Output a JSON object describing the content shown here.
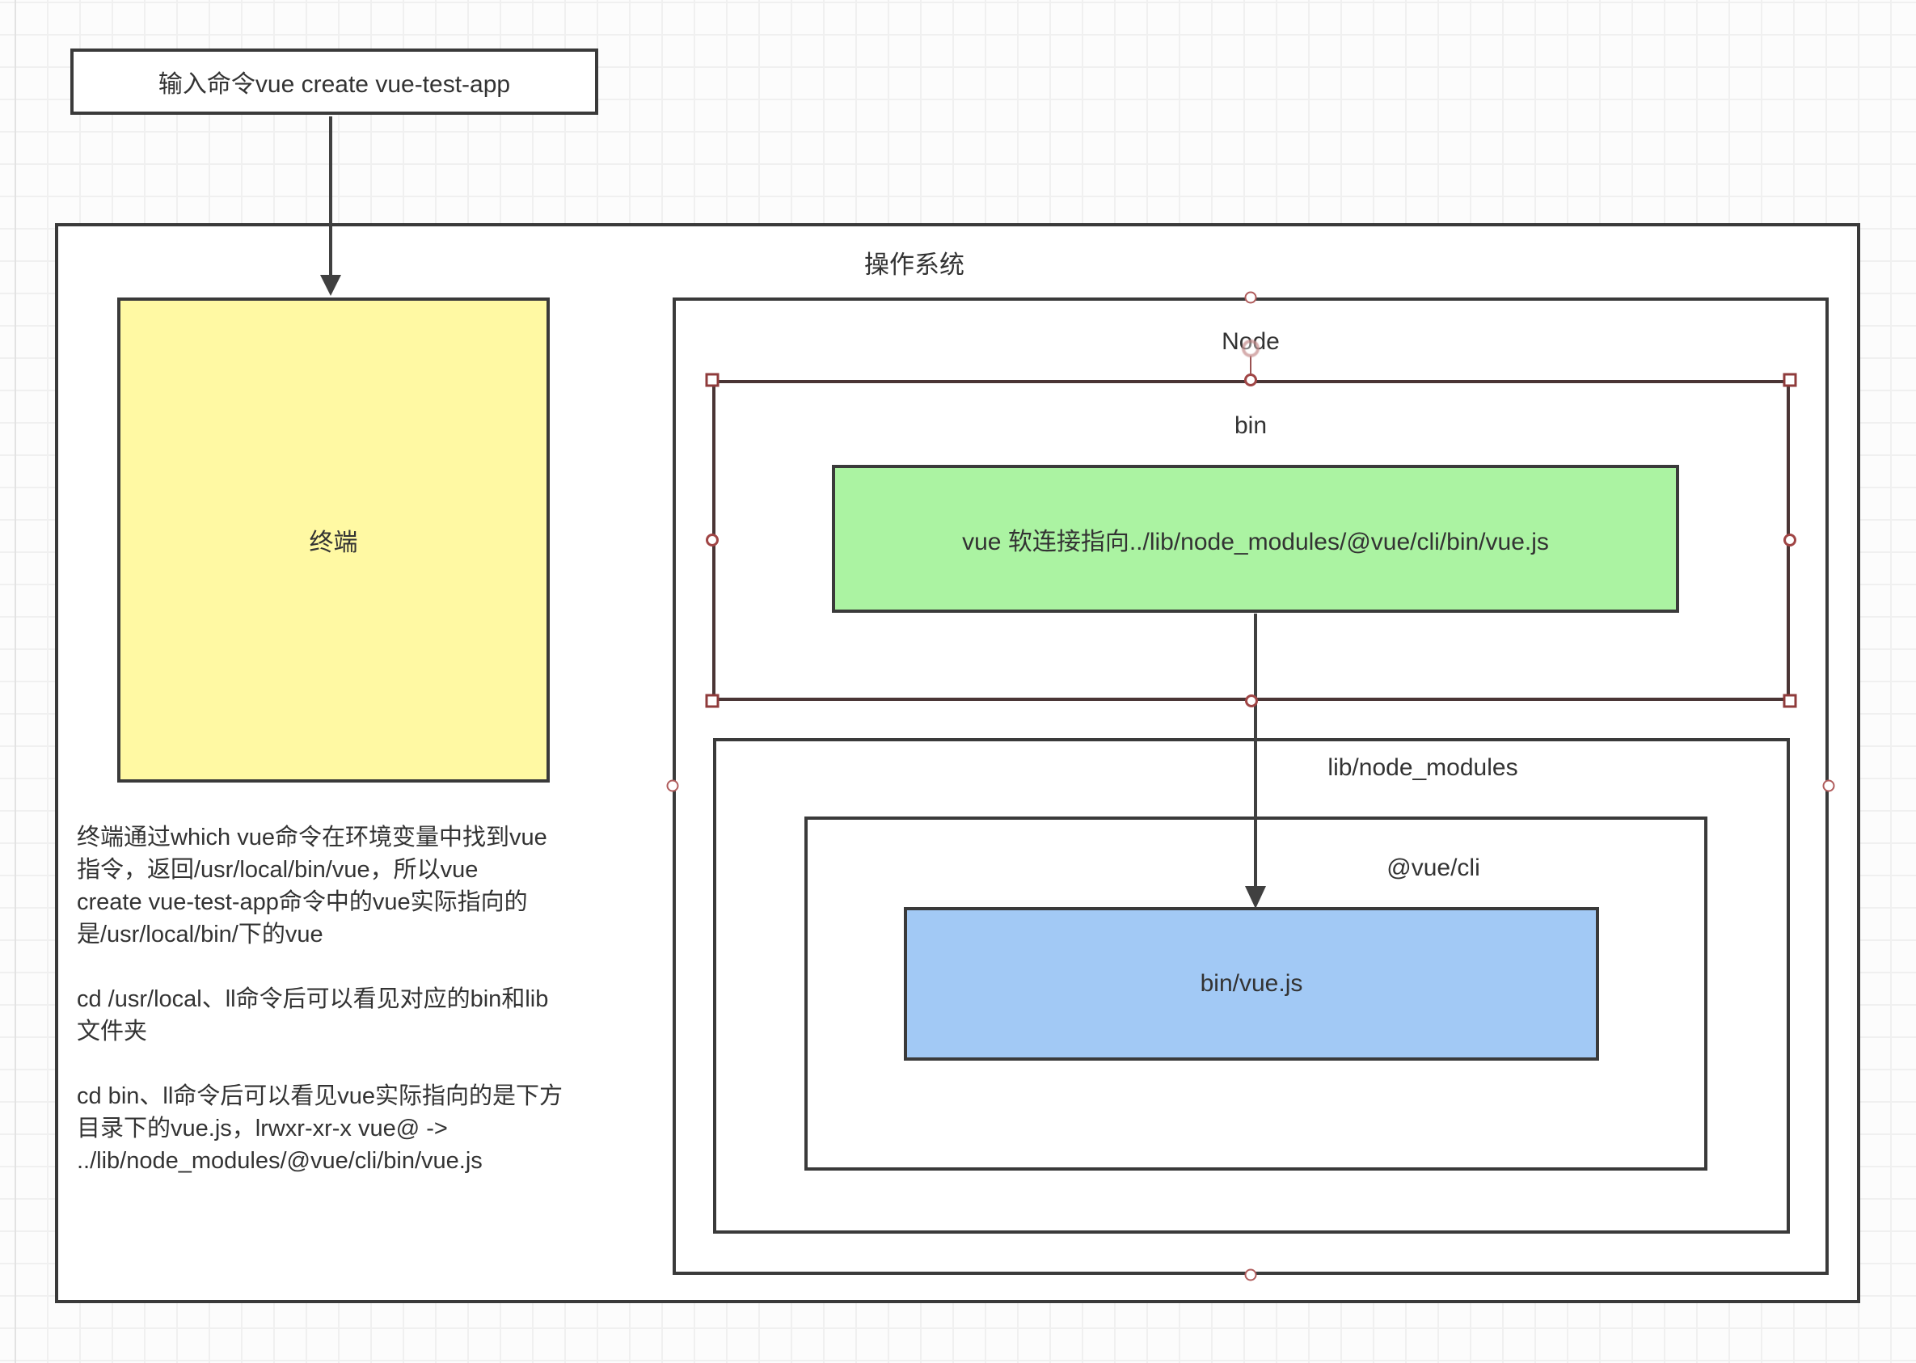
{
  "diagram": {
    "command_box": {
      "label": "输入命令vue create vue-test-app"
    },
    "os_box": {
      "label": "操作系统"
    },
    "terminal_box": {
      "label": "终端",
      "fill": "#fff9a3"
    },
    "node_box": {
      "label": "Node"
    },
    "bin_box": {
      "label": "bin"
    },
    "symlink_box": {
      "label": "vue 软连接指向../lib/node_modules/@vue/cli/bin/vue.js",
      "fill": "#abf3a2"
    },
    "lib_box": {
      "label": "lib/node_modules"
    },
    "cli_box": {
      "label": "@vue/cli"
    },
    "vuejs_box": {
      "label": "bin/vue.js",
      "fill": "#a2c9f5"
    }
  },
  "notes": {
    "p1": "终端通过which vue命令在环境变量中找到vue\n指令，返回/usr/local/bin/vue，所以vue\ncreate vue-test-app命令中的vue实际指向的\n是/usr/local/bin/下的vue",
    "p2": "cd /usr/local、ll命令后可以看见对应的bin和lib\n文件夹",
    "p3": "cd bin、ll命令后可以看见vue实际指向的是下方\n目录下的vue.js，lrwxr-xr-x  vue@ ->\n../lib/node_modules/@vue/cli/bin/vue.js"
  },
  "colors": {
    "shape_border": "#3a3a3a",
    "selected_border": "#4a3535",
    "handle_stroke": "#8f3b3b",
    "arrow": "#404040",
    "text": "#333333",
    "terminal_fill": "#fff9a3",
    "symlink_fill": "#abf3a2",
    "vuejs_fill": "#a2c9f5"
  }
}
